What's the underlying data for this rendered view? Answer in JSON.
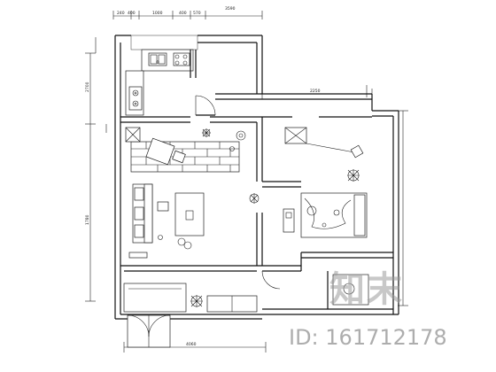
{
  "dimensions": {
    "top": [
      "240",
      "400",
      "1000",
      "400",
      "570",
      "3590"
    ],
    "left": [
      "2700",
      "1780"
    ],
    "middle": [
      "2250"
    ],
    "bottom": [
      "4060"
    ]
  },
  "watermark": {
    "logo_text": "知末",
    "id_text": "ID: 161712178"
  },
  "colors": {
    "wall": "#111111",
    "watermark": "#9a9a9a",
    "background": "#ffffff"
  }
}
